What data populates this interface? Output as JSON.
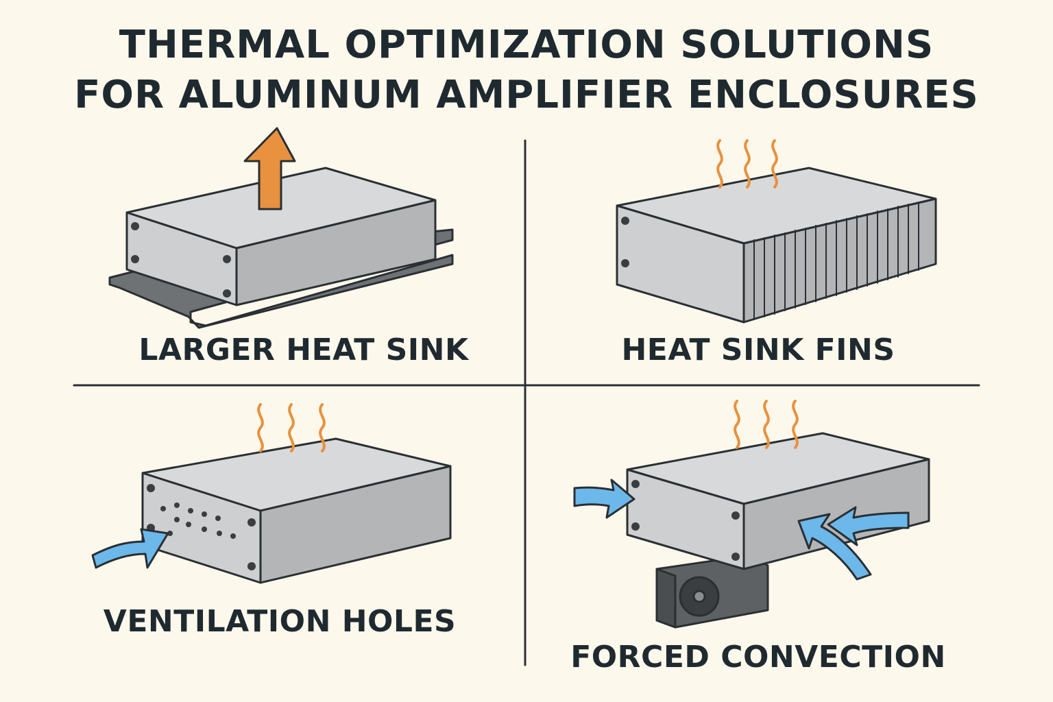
{
  "title": {
    "line1": "THERMAL OPTIMIZATION SOLUTIONS",
    "line2": "FOR ALUMINUM AMPLIFIER ENCLOSURES"
  },
  "panels": [
    {
      "label": "LARGER HEAT SINK",
      "icon": "up-arrow-icon"
    },
    {
      "label": "HEAT SINK FINS",
      "icon": "heat-waves-icon"
    },
    {
      "label": "VENTILATION HOLES",
      "icon": "airflow-arrow-icon"
    },
    {
      "label": "FORCED CONVECTION",
      "icon": "fan-icon"
    }
  ],
  "colors": {
    "background": "#fdf8ec",
    "text": "#1f2a30",
    "heat": "#e8913e",
    "air": "#6cb8ea",
    "metal": "#c9cbcc"
  }
}
